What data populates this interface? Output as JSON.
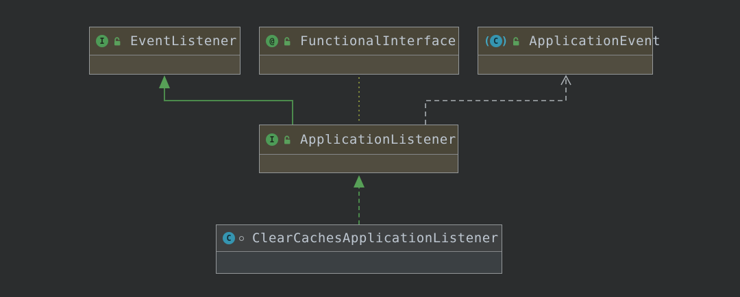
{
  "diagram": {
    "nodes": [
      {
        "label": "EventListener",
        "kind": "interface",
        "icon_glyph": "I",
        "visibility": "public"
      },
      {
        "label": "FunctionalInterface",
        "kind": "annotation",
        "icon_glyph": "@",
        "visibility": "public"
      },
      {
        "label": "ApplicationEvent",
        "kind": "abstract-class",
        "icon_glyph": "C",
        "paren_open": "(",
        "paren_close": ")",
        "visibility": "public"
      },
      {
        "label": "ApplicationListener",
        "kind": "interface",
        "icon_glyph": "I",
        "visibility": "public"
      },
      {
        "label": "ClearCachesApplicationListener",
        "kind": "class",
        "icon_glyph": "C",
        "visibility": "package-local"
      }
    ],
    "edges": [
      {
        "from": "ApplicationListener",
        "to": "EventListener",
        "relation": "extends",
        "line": "solid",
        "color": "#4c8a4c",
        "arrow": "filled-triangle"
      },
      {
        "from": "ApplicationListener",
        "to": "FunctionalInterface",
        "relation": "annotated-with",
        "line": "dotted",
        "color": "#8b943d",
        "arrow": "none"
      },
      {
        "from": "ApplicationListener",
        "to": "ApplicationEvent",
        "relation": "dependency",
        "line": "dashed",
        "color": "#aab0b4",
        "arrow": "open-chevron"
      },
      {
        "from": "ClearCachesApplicationListener",
        "to": "ApplicationListener",
        "relation": "implements",
        "line": "dashed",
        "color": "#4c8a4c",
        "arrow": "filled-triangle"
      }
    ],
    "colors": {
      "background": "#2b2d2e",
      "library_node_header": "#4a4638",
      "library_node_body": "#514d40",
      "project_node_header": "#3e4041",
      "project_node_body": "#3b4043",
      "node_border": "#94989a",
      "node_label": "#bec7d1",
      "interface_icon": "#4e9b57",
      "class_icon": "#3595b1",
      "lock_icon": "#5aa05c",
      "extends_edge": "#4c8a4c",
      "annotation_edge": "#8b943d",
      "dependency_edge": "#aab0b4",
      "arrow_fill": "#57a057"
    }
  }
}
